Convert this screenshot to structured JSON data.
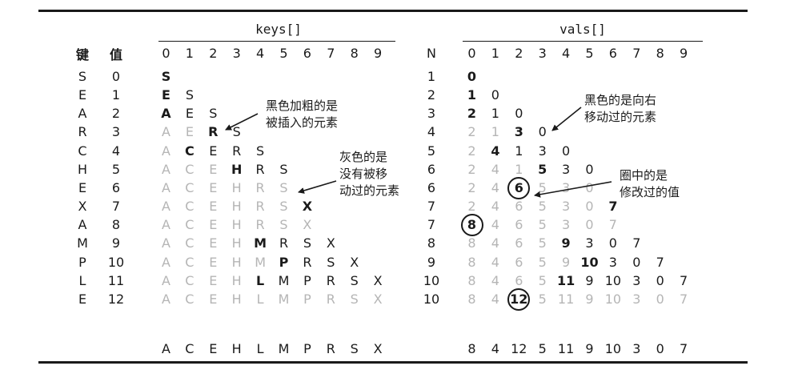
{
  "keys_title": "keys[]",
  "vals_title": "vals[]",
  "header": {
    "key_label": "键",
    "val_label": "值",
    "n_label": "N",
    "index_labels": [
      "0",
      "1",
      "2",
      "3",
      "4",
      "5",
      "6",
      "7",
      "8",
      "9"
    ]
  },
  "rows": [
    {
      "key": "S",
      "val": "0",
      "n": "1",
      "keys": [
        [
          "S",
          "b"
        ]
      ],
      "vals": [
        [
          "0",
          "b"
        ]
      ]
    },
    {
      "key": "E",
      "val": "1",
      "n": "2",
      "keys": [
        [
          "E",
          "b"
        ],
        [
          "S",
          "k"
        ]
      ],
      "vals": [
        [
          "1",
          "b"
        ],
        [
          "0",
          "k"
        ]
      ]
    },
    {
      "key": "A",
      "val": "2",
      "n": "3",
      "keys": [
        [
          "A",
          "b"
        ],
        [
          "E",
          "k"
        ],
        [
          "S",
          "k"
        ]
      ],
      "vals": [
        [
          "2",
          "b"
        ],
        [
          "1",
          "k"
        ],
        [
          "0",
          "k"
        ]
      ]
    },
    {
      "key": "R",
      "val": "3",
      "n": "4",
      "keys": [
        [
          "A",
          "g"
        ],
        [
          "E",
          "g"
        ],
        [
          "R",
          "b"
        ],
        [
          "S",
          "k"
        ]
      ],
      "vals": [
        [
          "2",
          "g"
        ],
        [
          "1",
          "g"
        ],
        [
          "3",
          "b"
        ],
        [
          "0",
          "k"
        ]
      ]
    },
    {
      "key": "C",
      "val": "4",
      "n": "5",
      "keys": [
        [
          "A",
          "g"
        ],
        [
          "C",
          "b"
        ],
        [
          "E",
          "k"
        ],
        [
          "R",
          "k"
        ],
        [
          "S",
          "k"
        ]
      ],
      "vals": [
        [
          "2",
          "g"
        ],
        [
          "4",
          "b"
        ],
        [
          "1",
          "k"
        ],
        [
          "3",
          "k"
        ],
        [
          "0",
          "k"
        ]
      ]
    },
    {
      "key": "H",
      "val": "5",
      "n": "6",
      "keys": [
        [
          "A",
          "g"
        ],
        [
          "C",
          "g"
        ],
        [
          "E",
          "g"
        ],
        [
          "H",
          "b"
        ],
        [
          "R",
          "k"
        ],
        [
          "S",
          "k"
        ]
      ],
      "vals": [
        [
          "2",
          "g"
        ],
        [
          "4",
          "g"
        ],
        [
          "1",
          "g"
        ],
        [
          "5",
          "b"
        ],
        [
          "3",
          "k"
        ],
        [
          "0",
          "k"
        ]
      ]
    },
    {
      "key": "E",
      "val": "6",
      "n": "6",
      "keys": [
        [
          "A",
          "g"
        ],
        [
          "C",
          "g"
        ],
        [
          "E",
          "g"
        ],
        [
          "H",
          "g"
        ],
        [
          "R",
          "g"
        ],
        [
          "S",
          "g"
        ]
      ],
      "vals": [
        [
          "2",
          "g"
        ],
        [
          "4",
          "g"
        ],
        [
          "6",
          "k"
        ],
        [
          "5",
          "g"
        ],
        [
          "3",
          "g"
        ],
        [
          "0",
          "g"
        ]
      ]
    },
    {
      "key": "X",
      "val": "7",
      "n": "7",
      "keys": [
        [
          "A",
          "g"
        ],
        [
          "C",
          "g"
        ],
        [
          "E",
          "g"
        ],
        [
          "H",
          "g"
        ],
        [
          "R",
          "g"
        ],
        [
          "S",
          "g"
        ],
        [
          "X",
          "b"
        ]
      ],
      "vals": [
        [
          "2",
          "g"
        ],
        [
          "4",
          "g"
        ],
        [
          "6",
          "g"
        ],
        [
          "5",
          "g"
        ],
        [
          "3",
          "g"
        ],
        [
          "0",
          "g"
        ],
        [
          "7",
          "b"
        ]
      ]
    },
    {
      "key": "A",
      "val": "8",
      "n": "7",
      "keys": [
        [
          "A",
          "g"
        ],
        [
          "C",
          "g"
        ],
        [
          "E",
          "g"
        ],
        [
          "H",
          "g"
        ],
        [
          "R",
          "g"
        ],
        [
          "S",
          "g"
        ],
        [
          "X",
          "g"
        ]
      ],
      "vals": [
        [
          "8",
          "k"
        ],
        [
          "4",
          "g"
        ],
        [
          "6",
          "g"
        ],
        [
          "5",
          "g"
        ],
        [
          "3",
          "g"
        ],
        [
          "0",
          "g"
        ],
        [
          "7",
          "g"
        ]
      ]
    },
    {
      "key": "M",
      "val": "9",
      "n": "8",
      "keys": [
        [
          "A",
          "g"
        ],
        [
          "C",
          "g"
        ],
        [
          "E",
          "g"
        ],
        [
          "H",
          "g"
        ],
        [
          "M",
          "b"
        ],
        [
          "R",
          "k"
        ],
        [
          "S",
          "k"
        ],
        [
          "X",
          "k"
        ]
      ],
      "vals": [
        [
          "8",
          "g"
        ],
        [
          "4",
          "g"
        ],
        [
          "6",
          "g"
        ],
        [
          "5",
          "g"
        ],
        [
          "9",
          "b"
        ],
        [
          "3",
          "k"
        ],
        [
          "0",
          "k"
        ],
        [
          "7",
          "k"
        ]
      ]
    },
    {
      "key": "P",
      "val": "10",
      "n": "9",
      "keys": [
        [
          "A",
          "g"
        ],
        [
          "C",
          "g"
        ],
        [
          "E",
          "g"
        ],
        [
          "H",
          "g"
        ],
        [
          "M",
          "g"
        ],
        [
          "P",
          "b"
        ],
        [
          "R",
          "k"
        ],
        [
          "S",
          "k"
        ],
        [
          "X",
          "k"
        ]
      ],
      "vals": [
        [
          "8",
          "g"
        ],
        [
          "4",
          "g"
        ],
        [
          "6",
          "g"
        ],
        [
          "5",
          "g"
        ],
        [
          "9",
          "g"
        ],
        [
          "10",
          "b"
        ],
        [
          "3",
          "k"
        ],
        [
          "0",
          "k"
        ],
        [
          "7",
          "k"
        ]
      ]
    },
    {
      "key": "L",
      "val": "11",
      "n": "10",
      "keys": [
        [
          "A",
          "g"
        ],
        [
          "C",
          "g"
        ],
        [
          "E",
          "g"
        ],
        [
          "H",
          "g"
        ],
        [
          "L",
          "b"
        ],
        [
          "M",
          "k"
        ],
        [
          "P",
          "k"
        ],
        [
          "R",
          "k"
        ],
        [
          "S",
          "k"
        ],
        [
          "X",
          "k"
        ]
      ],
      "vals": [
        [
          "8",
          "g"
        ],
        [
          "4",
          "g"
        ],
        [
          "6",
          "g"
        ],
        [
          "5",
          "g"
        ],
        [
          "11",
          "b"
        ],
        [
          "9",
          "k"
        ],
        [
          "10",
          "k"
        ],
        [
          "3",
          "k"
        ],
        [
          "0",
          "k"
        ],
        [
          "7",
          "k"
        ]
      ]
    },
    {
      "key": "E",
      "val": "12",
      "n": "10",
      "keys": [
        [
          "A",
          "g"
        ],
        [
          "C",
          "g"
        ],
        [
          "E",
          "g"
        ],
        [
          "H",
          "g"
        ],
        [
          "L",
          "g"
        ],
        [
          "M",
          "g"
        ],
        [
          "P",
          "g"
        ],
        [
          "R",
          "g"
        ],
        [
          "S",
          "g"
        ],
        [
          "X",
          "g"
        ]
      ],
      "vals": [
        [
          "8",
          "g"
        ],
        [
          "4",
          "g"
        ],
        [
          "12",
          "k"
        ],
        [
          "5",
          "g"
        ],
        [
          "11",
          "g"
        ],
        [
          "9",
          "g"
        ],
        [
          "10",
          "g"
        ],
        [
          "3",
          "g"
        ],
        [
          "0",
          "g"
        ],
        [
          "7",
          "g"
        ]
      ]
    },
    {
      "key": "",
      "val": "",
      "n": "",
      "keys": [
        [
          "A",
          "k"
        ],
        [
          "C",
          "k"
        ],
        [
          "E",
          "k"
        ],
        [
          "H",
          "k"
        ],
        [
          "L",
          "k"
        ],
        [
          "M",
          "k"
        ],
        [
          "P",
          "k"
        ],
        [
          "R",
          "k"
        ],
        [
          "S",
          "k"
        ],
        [
          "X",
          "k"
        ]
      ],
      "vals": [
        [
          "8",
          "k"
        ],
        [
          "4",
          "k"
        ],
        [
          "12",
          "k"
        ],
        [
          "5",
          "k"
        ],
        [
          "11",
          "k"
        ],
        [
          "9",
          "k"
        ],
        [
          "10",
          "k"
        ],
        [
          "3",
          "k"
        ],
        [
          "0",
          "k"
        ],
        [
          "7",
          "k"
        ]
      ]
    }
  ],
  "circled": [
    [
      6,
      2
    ],
    [
      8,
      0
    ],
    [
      12,
      2
    ]
  ],
  "annotations": {
    "inserted": [
      "黑色加粗的是",
      "被插入的元素"
    ],
    "gray": [
      "灰色的是",
      "没有被移",
      "动过的元素"
    ],
    "moved_right": [
      "黑色的是向右",
      "移动过的元素"
    ],
    "modified": [
      "圈中的是",
      "修改过的值"
    ]
  }
}
